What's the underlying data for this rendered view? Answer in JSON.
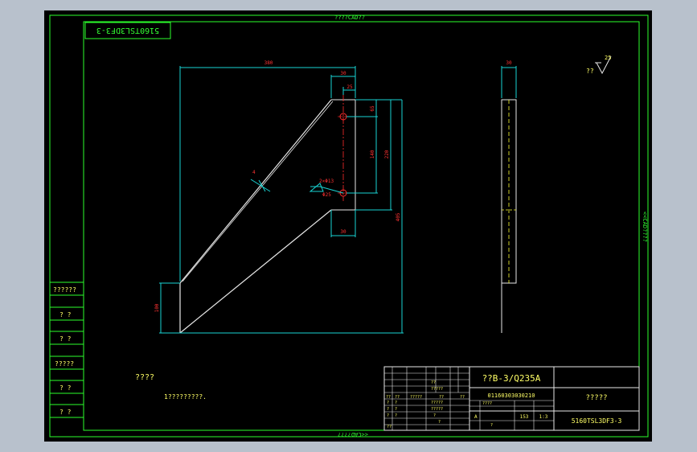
{
  "drawing": {
    "frame_top_label": "????CAD??",
    "frame_bottom_label": "<<CAD????",
    "frame_right_label": "<<CAD????",
    "mirrored_code": "5160TSL3DF3-3",
    "roughness_mark": "??",
    "roughness_value": "25",
    "tech_title": "????",
    "tech_note": "1?????????.",
    "side_labels": [
      "??????",
      "? ?",
      "? ?",
      "?????",
      "? ?",
      "? ?"
    ]
  },
  "dimensions": {
    "width_top": "380",
    "w30_top": "30",
    "w25": "25",
    "h65": "65",
    "h140": "140",
    "h220": "220",
    "h405": "405",
    "w30_bottom": "30",
    "h100": "100",
    "side_width": "30",
    "holes_callout": "2×Φ13",
    "holes_sub": "Φ25",
    "weld_mark": "4"
  },
  "title_block": {
    "material": "??B-3/Q235A",
    "drawing_no": "01160303030210",
    "part_name": "?????",
    "code": "5160TSL3DF3-3",
    "stage_mark": "A",
    "weight": "153",
    "scale": "1:3",
    "grid_cells": [
      "??",
      "??",
      "?????",
      "??",
      "??",
      "??",
      "?????",
      "?????",
      "?????",
      "?",
      "?",
      "?",
      "?",
      "?",
      "?",
      "?",
      "?",
      "????",
      "?",
      "??"
    ]
  }
}
